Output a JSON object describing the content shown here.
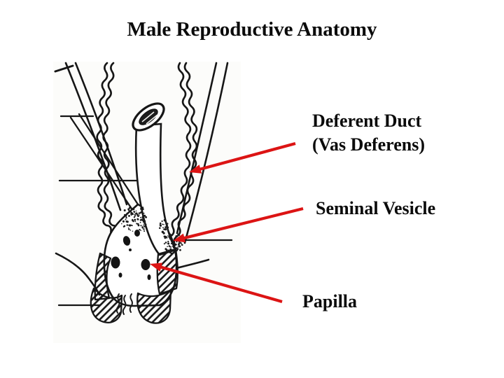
{
  "title": "Male Reproductive Anatomy",
  "labels": {
    "deferent_duct_line1": "Deferent Duct",
    "deferent_duct_line2": "(Vas Deferens)",
    "seminal_vesicle": "Seminal Vesicle",
    "papilla": "Papilla"
  },
  "colors": {
    "arrow_red": "#dc1414",
    "ink_black": "#161616",
    "page_background": "#ffffff"
  }
}
